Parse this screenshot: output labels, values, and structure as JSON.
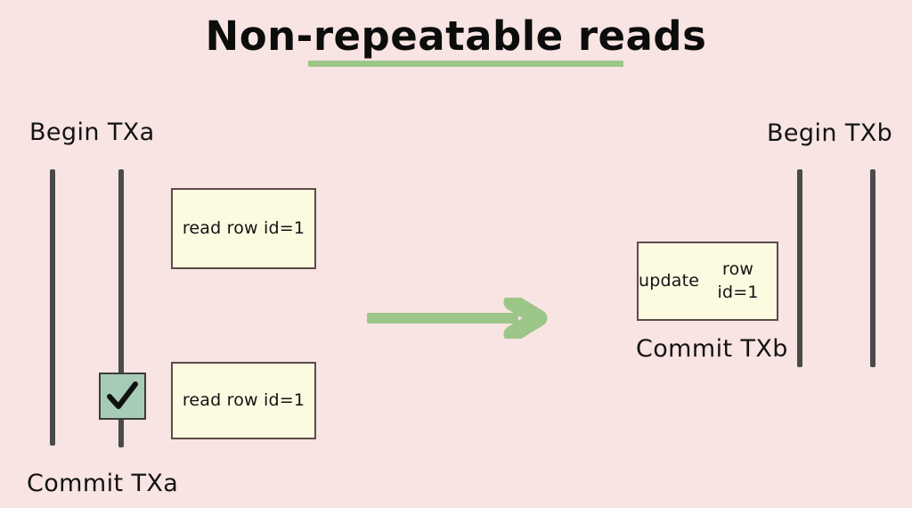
{
  "slide": {
    "title": "Non-repeatable reads",
    "background_color": "#f8e4e2",
    "accent_green": "#9cc687",
    "box_fill": "#fcfae0",
    "box_border": "#5d4b49",
    "line_color": "#4a4a4a",
    "check_fill": "#a7ccb6"
  },
  "transaction_a": {
    "begin_label": "Begin TXa",
    "commit_label": "Commit TXa",
    "operations": [
      {
        "text": "read row id=1"
      },
      {
        "text": "read row id=1"
      }
    ],
    "commit_marker_icon": "checkmark-icon"
  },
  "transaction_b": {
    "begin_label": "Begin TXb",
    "commit_label": "Commit TXb",
    "operations": [
      {
        "line1": "update",
        "line2": "row id=1"
      }
    ]
  },
  "flow": {
    "arrow_icon": "right-arrow-icon",
    "arrow_color": "#9cc687",
    "direction": "right"
  }
}
